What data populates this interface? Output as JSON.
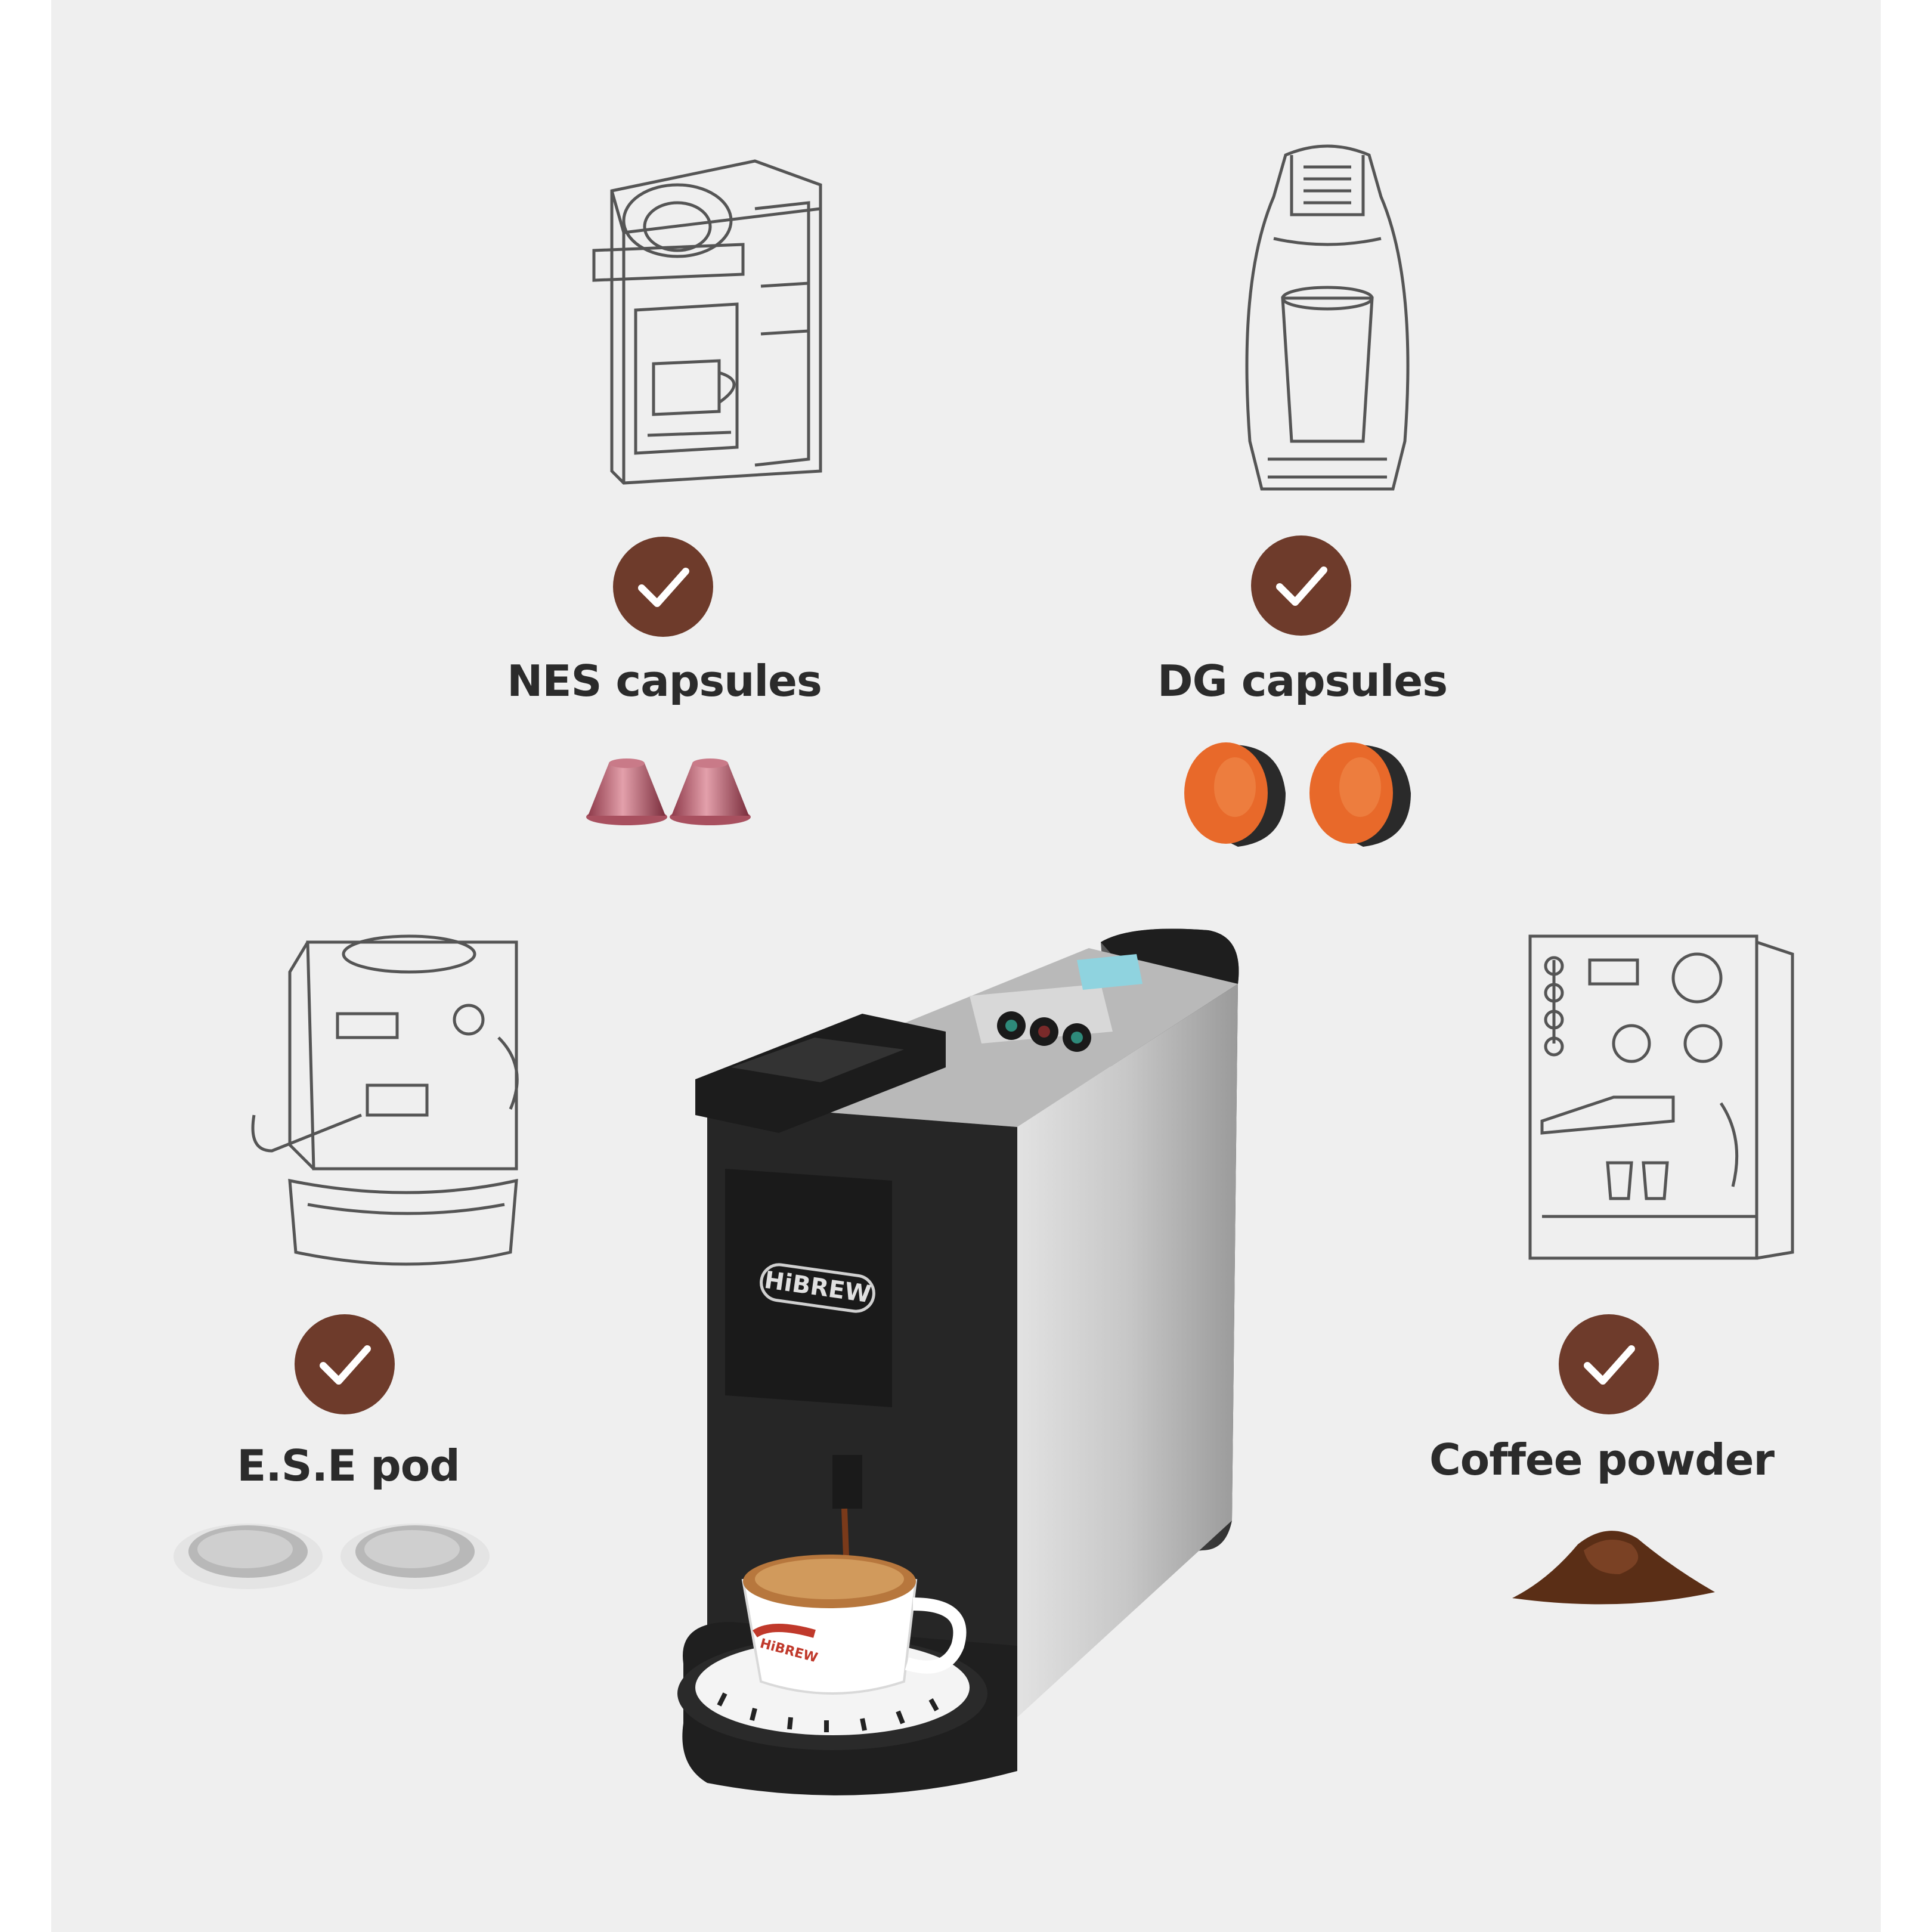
{
  "options": [
    {
      "label": "NES capsules",
      "supported": true
    },
    {
      "label": "DG capsules",
      "supported": true
    },
    {
      "label": "E.S.E pod",
      "supported": true
    },
    {
      "label": "Coffee powder",
      "supported": true
    }
  ],
  "product": {
    "brand": "HiBREW",
    "cup_brand": "HiBREW"
  },
  "colors": {
    "check_badge": "#6e3b2b",
    "nes_capsule": "#c9707e",
    "dg_capsule": "#e8692a",
    "page_background": "#efefef"
  },
  "icons": [
    "checkmark-icon",
    "nes-machine-sketch",
    "dg-machine-sketch",
    "ese-machine-sketch",
    "espresso-machine-sketch"
  ]
}
